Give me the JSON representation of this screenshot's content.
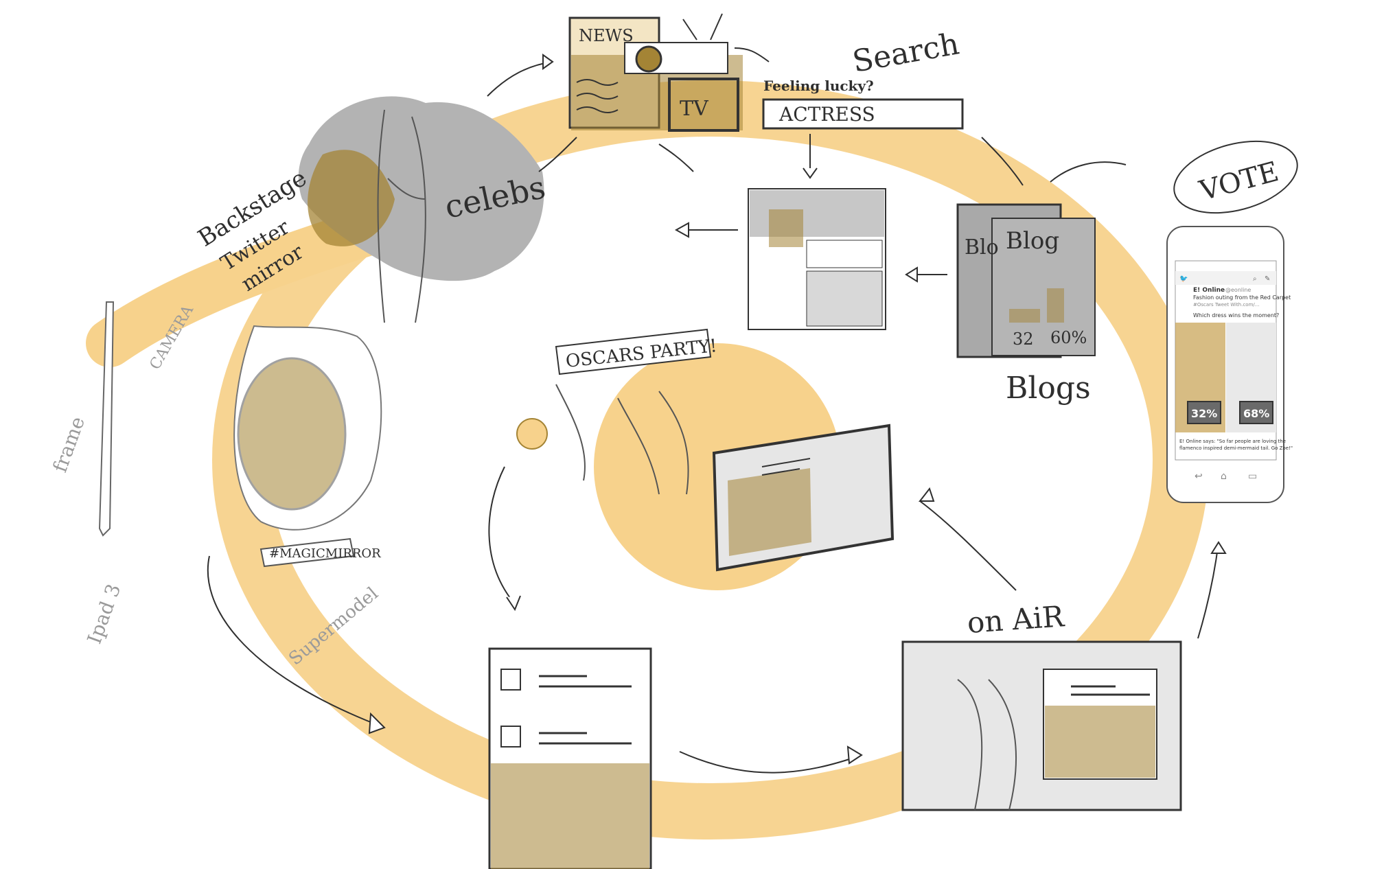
{
  "labels": {
    "news": "NEWS",
    "tv": "TV",
    "search": "Search",
    "feeling_lucky": "Feeling lucky?",
    "search_query": "ACTRESS",
    "celebs": "celebs",
    "backstage": "Backstage",
    "twitter": "Twitter",
    "mirror": "mirror",
    "camera": "CAMERA",
    "frame": "frame",
    "ipad3": "Ipad 3",
    "supermodel": "Supermodel",
    "magic_mirror_tag": "#MAGICMIRROR",
    "oscars_party": "OSCARS PARTY!",
    "blog_1": "Blo",
    "blog_2": "Blog",
    "blogs": "Blogs",
    "blog_stat_a": "32",
    "blog_stat_b": "60%",
    "vote": "VOTE",
    "on_air": "on AiR"
  },
  "phone": {
    "handle_name": "E! Online",
    "handle_id": "@eonline",
    "tweet_text": "Fashion outing from the Red Carpet",
    "tweet_link": "#Oscars Tweet With.com/...",
    "question": "Which dress wins the moment?",
    "percent_left": "32%",
    "percent_right": "68%",
    "caption_line1": "E! Online says: \"So far people are loving the",
    "caption_line2": "flamenco inspired demi-mermaid tail. Go Zoe!\""
  },
  "colors": {
    "accent": "#f7d28c",
    "overlay": "#a48435",
    "ink": "#2f2f2f",
    "gray_fill": "#b3b3b3"
  }
}
